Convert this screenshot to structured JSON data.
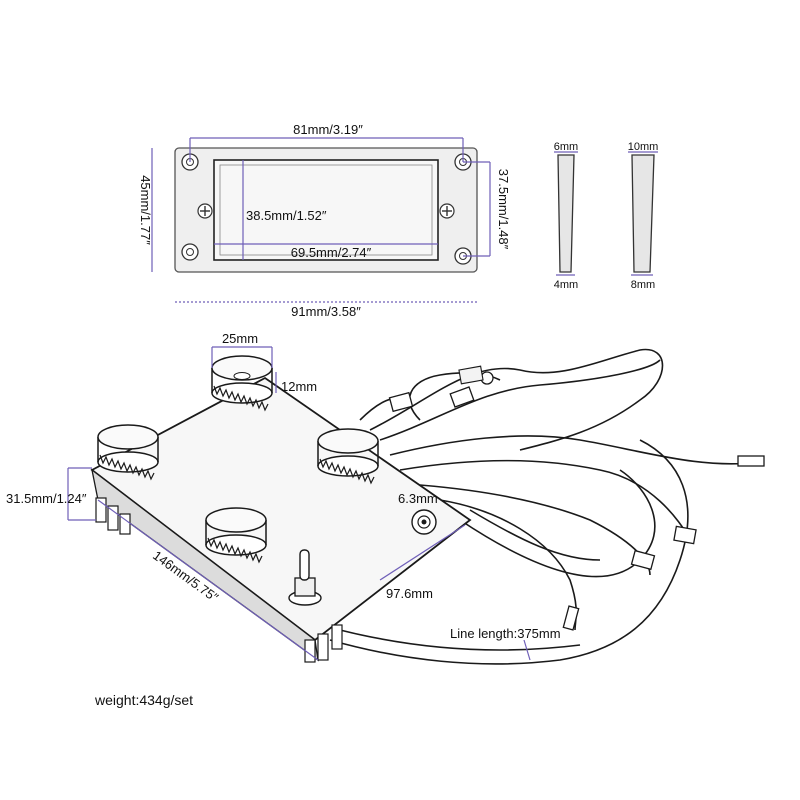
{
  "pickup_frame": {
    "width_inner_holes": "81mm/3.19″",
    "height_outer": "45mm/1.77″",
    "height_holes": "37.5mm/1.48″",
    "opening_height": "38.5mm/1.52″",
    "opening_width": "69.5mm/2.74″",
    "overall_width": "91mm/3.58″"
  },
  "spacer_left": {
    "top": "6mm",
    "bottom": "4mm"
  },
  "spacer_right": {
    "top": "10mm",
    "bottom": "8mm"
  },
  "harness": {
    "knob_diameter": "25mm",
    "knob_height": "12mm",
    "plate_height": "31.5mm/1.24″",
    "plate_length": "146mm/5.75″",
    "jack_size": "6.3mm",
    "plate_width": "97.6mm",
    "line_length": "Line length:375mm"
  },
  "weight": "weight:434g/set",
  "colors": {
    "dimension_line": "#6f5fb8",
    "ink": "#1a1a1a",
    "background": "#ffffff"
  }
}
